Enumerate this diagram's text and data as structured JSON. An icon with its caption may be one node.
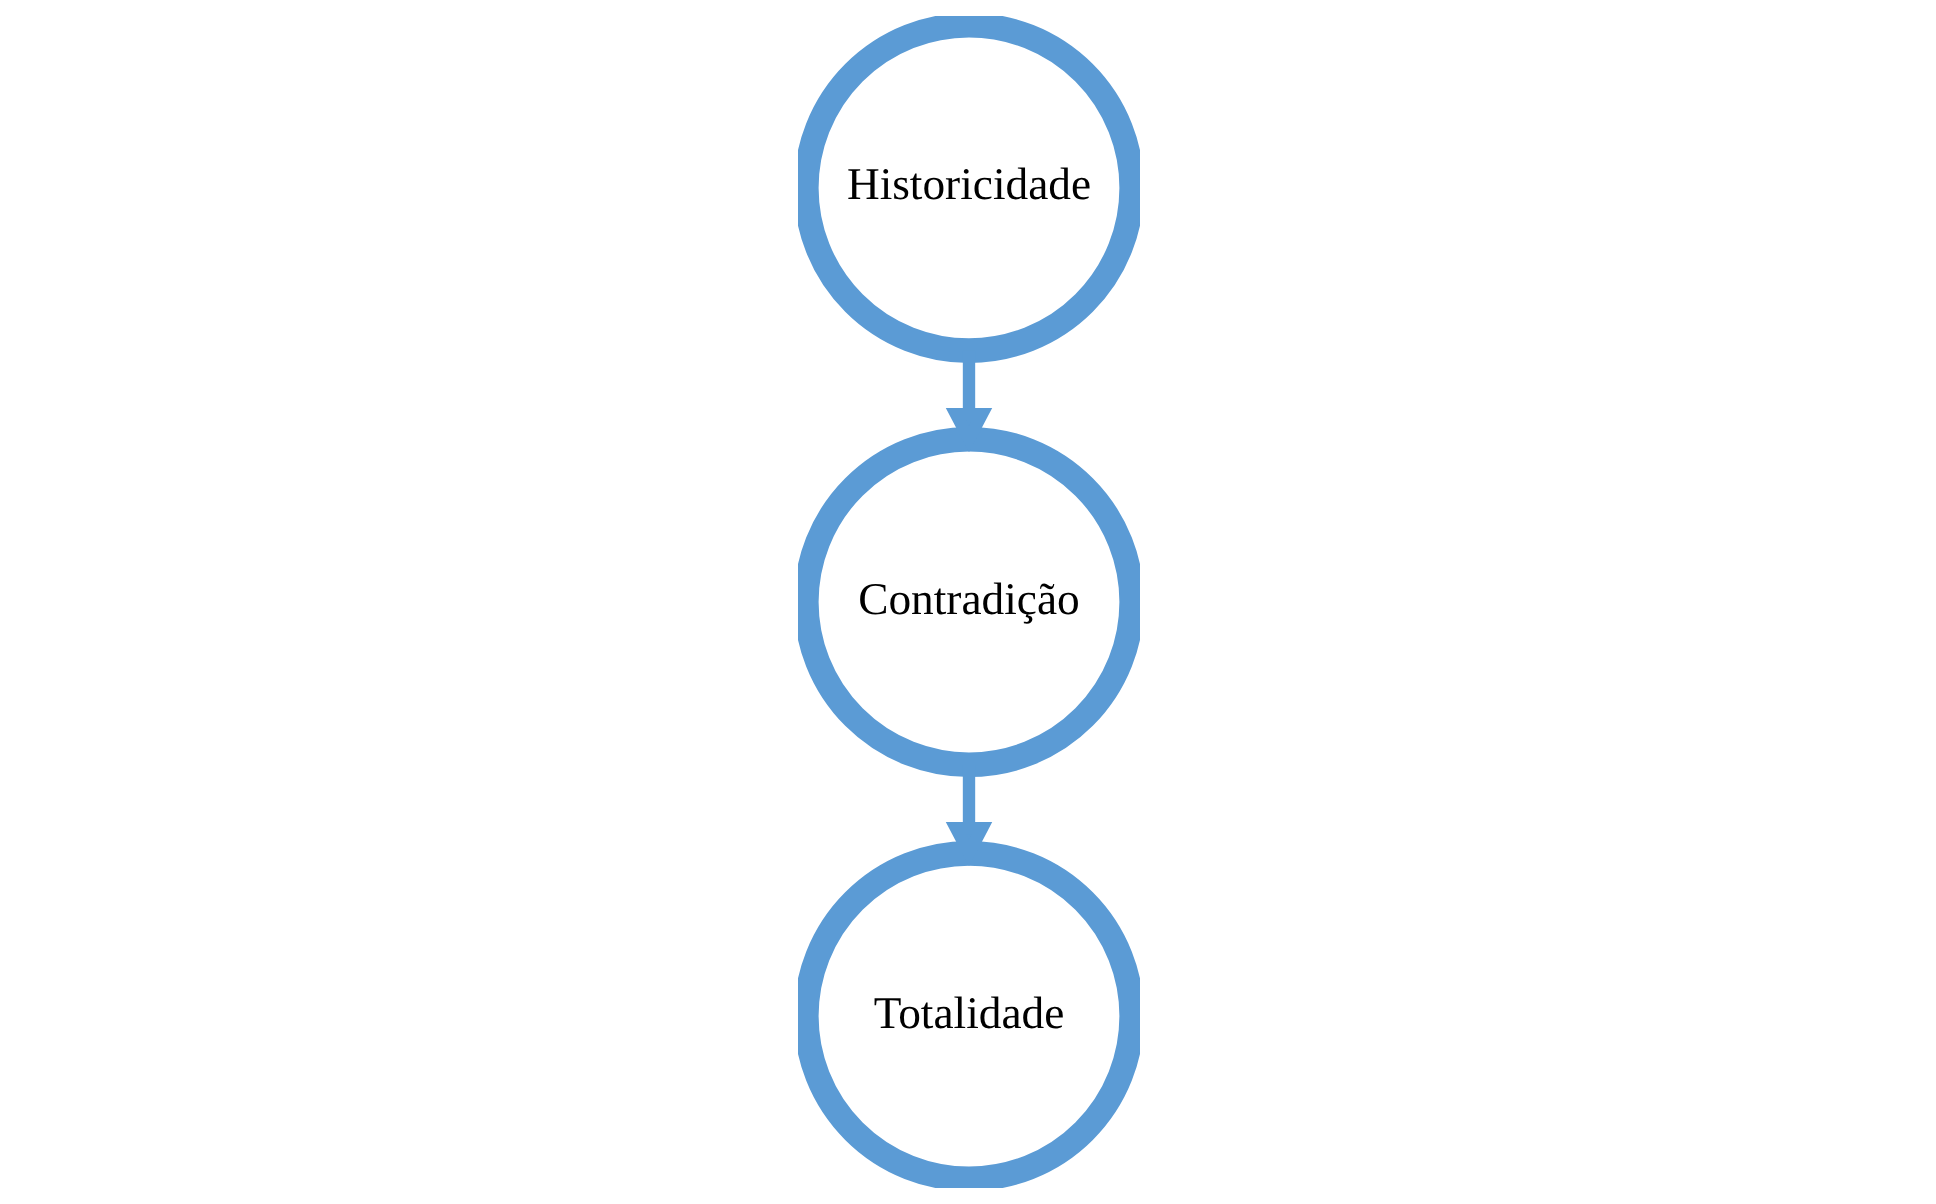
{
  "diagram": {
    "nodes": [
      {
        "text": [
          "Historicidade"
        ]
      },
      {
        "text": [
          "Contradição"
        ]
      },
      {
        "text": [
          "Totalidade"
        ]
      }
    ],
    "edges": [
      {
        "from": 0,
        "to": 1,
        "arrow": "to"
      },
      {
        "from": 1,
        "to": 2,
        "arrow": "to"
      }
    ]
  }
}
